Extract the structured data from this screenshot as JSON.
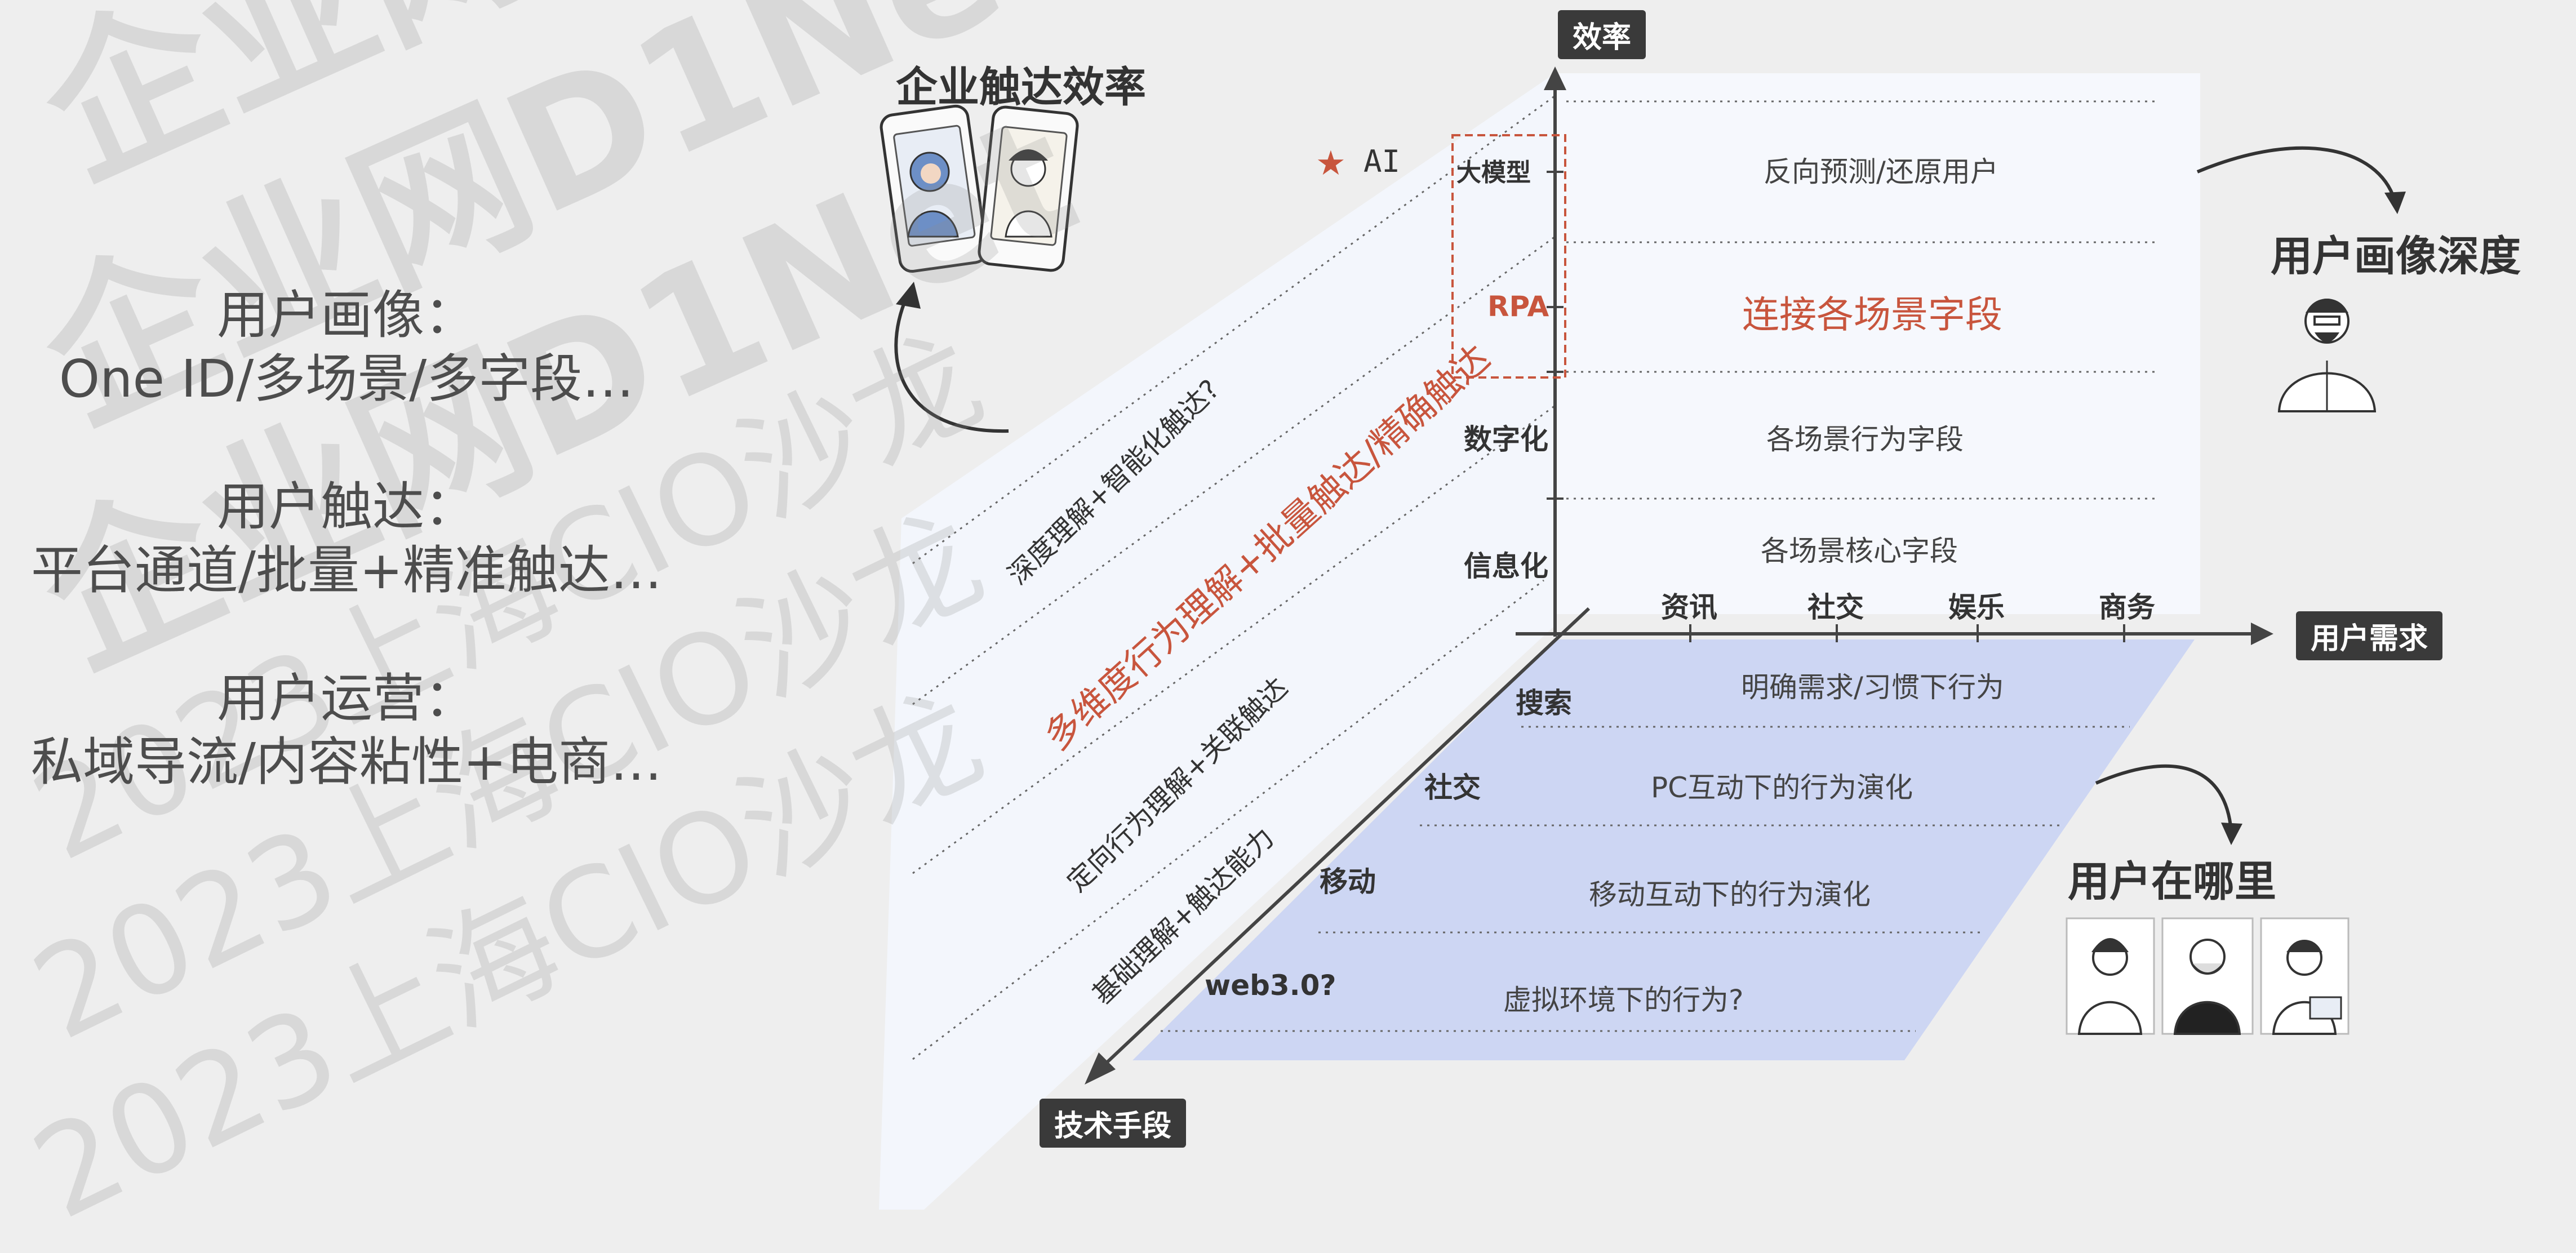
{
  "left_panel": {
    "profile_title": "用户画像：",
    "profile_body": "One ID/多场景/多字段…",
    "reach_title": "用户触达：",
    "reach_body": "平台通道/批量+精准触达…",
    "ops_title": "用户运营：",
    "ops_body": "私域导流/内容粘性+电商…"
  },
  "axes": {
    "efficiency": "效率",
    "user_needs": "用户需求",
    "tech_means": "技术手段"
  },
  "captions": {
    "enterprise_reach": "企业触达效率",
    "profile_depth": "用户画像深度",
    "where_users": "用户在哪里"
  },
  "ai_marker": {
    "star": "★",
    "label": "AI"
  },
  "vertical_levels": [
    "大模型",
    "RPA",
    "数字化",
    "信息化"
  ],
  "wall_rows": [
    "反向预测/还原用户",
    "连接各场景字段",
    "各场景行为字段",
    "各场景核心字段"
  ],
  "x_categories": [
    "资讯",
    "社交",
    "娱乐",
    "商务"
  ],
  "depth_levels": [
    "搜索",
    "社交",
    "移动",
    "web3.0?"
  ],
  "floor_rows": [
    "明确需求/习惯下行为",
    "PC互动下的行为演化",
    "移动互动下的行为演化",
    "虚拟环境下的行为?"
  ],
  "diagonal_labels": [
    "深度理解+智能化触达?",
    "多维度行为理解+批量触达/精确触达",
    "定向行为理解+关联触达",
    "基础理解+触达能力"
  ],
  "watermarks": [
    "企业网D1Net",
    "2023上海CIO沙龙"
  ],
  "colors": {
    "accent_red": "#c8553d",
    "floor_blue": "#cdd6f3",
    "tag_dark": "#3a3a3a"
  }
}
